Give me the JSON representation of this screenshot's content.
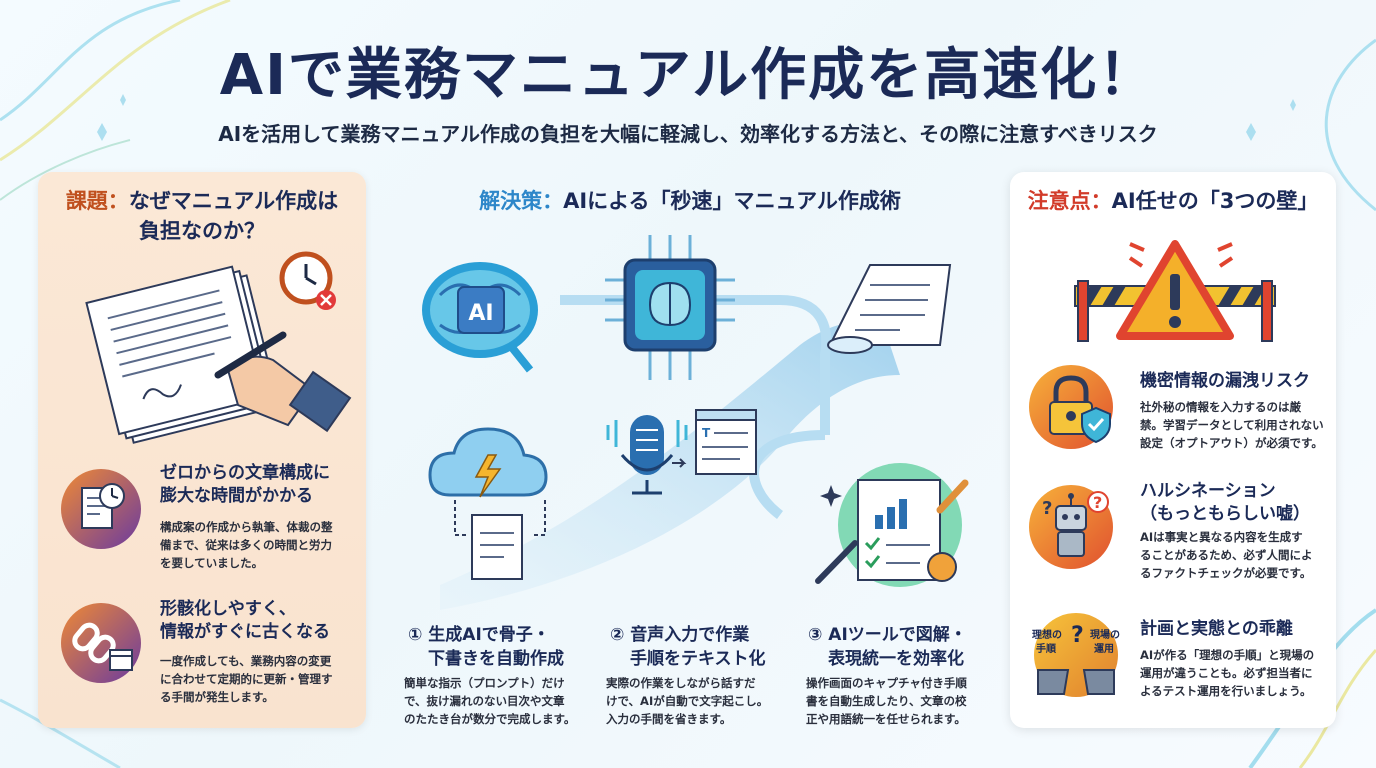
{
  "header": {
    "title": "AIで業務マニュアル作成を高速化！",
    "subtitle": "AIを活用して業務マニュアル作成の負担を大幅に軽減し、効率化する方法と、その際に注意すべきリスク"
  },
  "left_panel": {
    "title_accent": "課題：",
    "title_line1": "なぜマニュアル作成は",
    "title_line2": "負担なのか？",
    "items": [
      {
        "heading_line1": "ゼロからの文章構成に",
        "heading_line2": "膨大な時間がかかる",
        "body_line1": "構成案の作成から執筆、体裁の整",
        "body_line2": "備まで、従来は多くの時間と労力",
        "body_line3": "を要していました。",
        "icon": "document-clock-icon"
      },
      {
        "heading_line1": "形骸化しやすく、",
        "heading_line2": "情報がすぐに古くなる",
        "body_line1": "一度作成しても、業務内容の変更",
        "body_line2": "に合わせて定期的に更新・管理す",
        "body_line3": "る手間が発生します。",
        "icon": "broken-chain-calendar-icon"
      }
    ]
  },
  "center": {
    "title_accent": "解決策：",
    "title_rest": "AIによる「秒速」マニュアル作成術",
    "brain_label": "AI",
    "steps": [
      {
        "heading_line1": "① 生成AIで骨子・",
        "heading_line2": "下書きを自動作成",
        "body_line1": "簡単な指示（プロンプト）だけ",
        "body_line2": "で、抜け漏れのない目次や文章",
        "body_line3": "のたたき台が数分で完成します。"
      },
      {
        "heading_line1": "② 音声入力で作業",
        "heading_line2": "手順をテキスト化",
        "body_line1": "実際の作業をしながら話すだ",
        "body_line2": "けで、AIが自動で文字起こし。",
        "body_line3": "入力の手間を省きます。"
      },
      {
        "heading_line1": "③ AIツールで図解・",
        "heading_line2": "表現統一を効率化",
        "body_line1": "操作画面のキャプチャ付き手順",
        "body_line2": "書を自動生成したり、文章の校",
        "body_line3": "正や用語統一を任せられます。"
      }
    ]
  },
  "right_panel": {
    "title_accent": "注意点：",
    "title_rest": "AI任せの「3つの壁」",
    "items": [
      {
        "heading": "機密情報の漏洩リスク",
        "body_line1": "社外秘の情報を入力するのは厳",
        "body_line2": "禁。学習データとして利用されない",
        "body_line3": "設定（オプトアウト）が必須です。",
        "icon": "lock-shield-icon"
      },
      {
        "heading": "ハルシネーション",
        "heading_line2": "（もっともらしい嘘）",
        "body_line1": "AIは事実と異なる内容を生成す",
        "body_line2": "ることがあるため、必ず人間によ",
        "body_line3": "るファクトチェックが必要です。",
        "icon": "robot-question-icon"
      },
      {
        "heading": "計画と実態との乖離",
        "body_line1": "AIが作る「理想の手順」と現場の",
        "body_line2": "運用が違うことも。必ず担当者に",
        "body_line3": "よるテスト運用を行いましょう。",
        "icon": "gap-bridge-icon",
        "icon_label_left1": "理想の",
        "icon_label_left2": "手順",
        "icon_label_right1": "現場の",
        "icon_label_right2": "運用"
      }
    ]
  },
  "colors": {
    "navy": "#1b2a57",
    "orange_accent": "#c0501e",
    "blue_accent": "#2d86c9",
    "red_accent": "#d23b2a",
    "left_panel_bg": "#fbe8d6"
  }
}
